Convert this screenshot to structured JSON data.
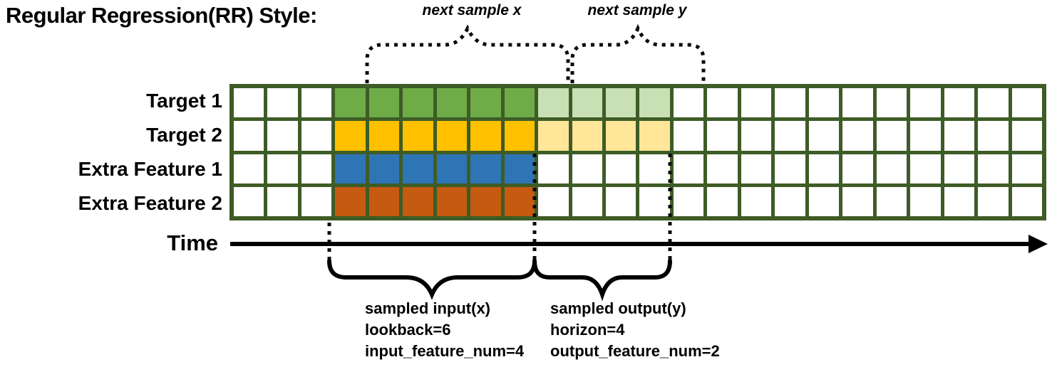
{
  "title": "Regular Regression(RR) Style:",
  "annotations": {
    "next_sample_x": "next sample x",
    "next_sample_y": "next sample y"
  },
  "time_axis": {
    "label": "Time"
  },
  "grid": {
    "columns": 24,
    "input_start_col": 3,
    "lookback": 6,
    "horizon": 4,
    "border_color": "#3E5C26",
    "cell_color": "#FFFFFF",
    "rows": [
      {
        "label": "Target 1",
        "input_color": "#6FAC47",
        "output_color": "#C8E0B4",
        "has_output": true
      },
      {
        "label": "Target 2",
        "input_color": "#FFC000",
        "output_color": "#FFE699",
        "has_output": true
      },
      {
        "label": "Extra Feature 1",
        "input_color": "#2E75B6",
        "output_color": null,
        "has_output": false
      },
      {
        "label": "Extra Feature 2",
        "input_color": "#C55A11",
        "output_color": null,
        "has_output": false
      }
    ]
  },
  "input_annotation": {
    "lines": [
      "sampled input(x)",
      "lookback=6",
      "input_feature_num=4"
    ]
  },
  "output_annotation": {
    "lines": [
      "sampled output(y)",
      "horizon=4",
      "output_feature_num=2"
    ]
  }
}
